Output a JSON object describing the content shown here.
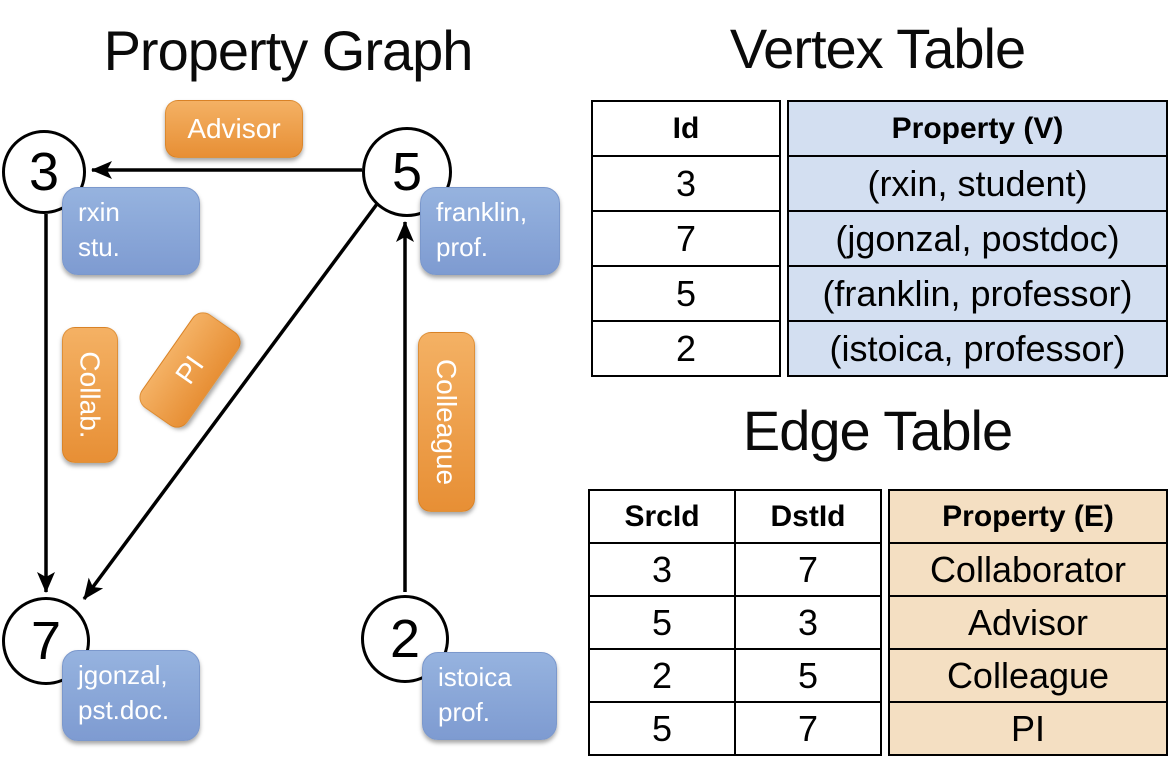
{
  "graph": {
    "title": "Property Graph",
    "nodes": [
      {
        "id": "3",
        "prop_line1": "rxin",
        "prop_line2": "stu."
      },
      {
        "id": "5",
        "prop_line1": "franklin,",
        "prop_line2": "prof."
      },
      {
        "id": "7",
        "prop_line1": "jgonzal,",
        "prop_line2": "pst.doc."
      },
      {
        "id": "2",
        "prop_line1": "istoica",
        "prop_line2": "prof."
      }
    ],
    "edges": [
      {
        "label": "Advisor"
      },
      {
        "label": "Collab."
      },
      {
        "label": "PI"
      },
      {
        "label": "Colleague"
      }
    ]
  },
  "vertex_table": {
    "title": "Vertex Table",
    "columns": [
      "Id",
      "Property (V)"
    ],
    "rows": [
      [
        "3",
        "(rxin, student)"
      ],
      [
        "7",
        "(jgonzal, postdoc)"
      ],
      [
        "5",
        "(franklin, professor)"
      ],
      [
        "2",
        "(istoica, professor)"
      ]
    ]
  },
  "edge_table": {
    "title": "Edge Table",
    "columns": [
      "SrcId",
      "DstId",
      "Property (E)"
    ],
    "rows": [
      [
        "3",
        "7",
        "Collaborator"
      ],
      [
        "5",
        "3",
        "Advisor"
      ],
      [
        "2",
        "5",
        "Colleague"
      ],
      [
        "5",
        "7",
        "PI"
      ]
    ]
  },
  "colors": {
    "edge_label_fill": "#ED9F4C",
    "vertex_box_fill": "#88A6D6",
    "vertex_cell_fill": "#D3DFF1",
    "edge_cell_fill": "#F4DFC2",
    "line": "#000000"
  }
}
